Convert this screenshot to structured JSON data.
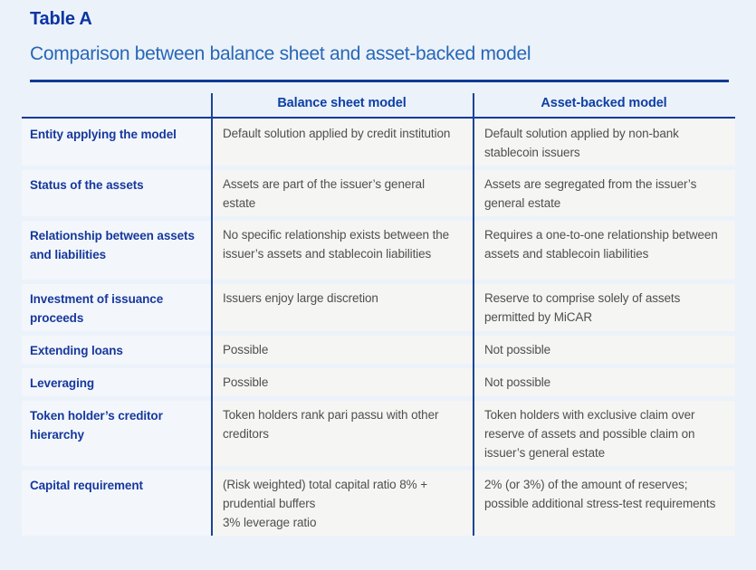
{
  "page": {
    "title": "Table A",
    "subtitle": "Comparison between balance sheet and asset-backed model"
  },
  "table": {
    "columns": [
      "",
      "Balance sheet model",
      "Asset-backed model"
    ],
    "rows": [
      {
        "label": "Entity applying the model",
        "balance_sheet": "Default solution applied by credit institution",
        "asset_backed": "Default solution applied by non-bank stablecoin issuers"
      },
      {
        "label": "Status of the assets",
        "balance_sheet": "Assets are part of the issuer’s general estate",
        "asset_backed": "Assets are segregated from the issuer’s general estate"
      },
      {
        "label": "Relationship between assets and liabilities",
        "balance_sheet": "No specific relationship exists between the issuer’s assets and stablecoin liabilities",
        "asset_backed": "Requires a one-to-one relationship between assets and stablecoin liabilities"
      },
      {
        "label": "Investment of issuance proceeds",
        "balance_sheet": "Issuers enjoy large discretion",
        "asset_backed": "Reserve to comprise solely of assets permitted by MiCAR"
      },
      {
        "label": "Extending loans",
        "balance_sheet": "Possible",
        "asset_backed": "Not possible"
      },
      {
        "label": "Leveraging",
        "balance_sheet": "Possible",
        "asset_backed": "Not possible"
      },
      {
        "label": "Token holder’s creditor hierarchy",
        "balance_sheet": "Token holders rank pari passu with other creditors",
        "asset_backed": "Token holders with exclusive claim over reserve of assets and possible claim on issuer’s general estate"
      },
      {
        "label": "Capital requirement",
        "balance_sheet": "(Risk weighted) total capital ratio 8% + prudential buffers\n3% leverage ratio",
        "asset_backed": "2% (or 3%) of the amount of reserves; possible additional stress-test requirements"
      }
    ]
  },
  "colors": {
    "page_background": "#ecf2fa",
    "title_blue": "#0a34a3",
    "subtitle_blue": "#2767b7",
    "header_label_blue": "#0d40a5",
    "row_label_blue": "#17389c",
    "rule_navy": "#0c3b95",
    "divider_navy": "#1c4496",
    "label_cell_background": "#f3f7fc",
    "value_cell_background": "#f5f5f3",
    "cell_text_gray": "#4f4f4f"
  }
}
